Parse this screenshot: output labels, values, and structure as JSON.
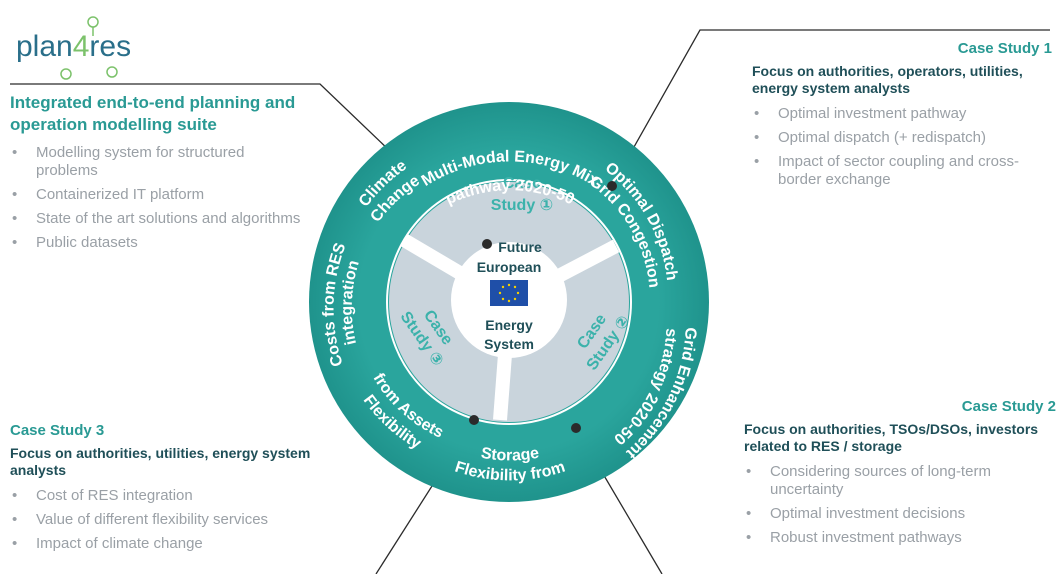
{
  "logo": {
    "text_left": "plan",
    "text_mid": "4",
    "text_right": "res"
  },
  "intro": {
    "title": "Integrated end-to-end planning and operation modelling suite",
    "bullets": [
      "Modelling system for structured problems",
      "Containerized IT platform",
      "State of the art solutions and algorithms",
      "Public datasets"
    ]
  },
  "case_study_1": {
    "title": "Case Study 1",
    "focus": "Focus on authorities, operators, utilities, energy system analysts",
    "bullets": [
      "Optimal investment pathway",
      "Optimal dispatch (+ redispatch)",
      "Impact of sector coupling and cross-border exchange"
    ]
  },
  "case_study_2": {
    "title": "Case Study 2",
    "focus": "Focus on authorities, TSOs/DSOs, investors related to RES / storage",
    "bullets": [
      "Considering sources of long-term uncertainty",
      "Optimal investment decisions",
      "Robust investment pathways"
    ]
  },
  "case_study_3": {
    "title": "Case Study 3",
    "focus": "Focus on authorities, utilities, energy system analysts",
    "bullets": [
      "Cost of RES integration",
      "Value of different flexibility services",
      "Impact of climate change"
    ]
  },
  "wheel": {
    "outer_segments": {
      "mix_line1": "Multi-Modal Energy Mix",
      "mix_line2": "pathway 2020-50",
      "dispatch_line1": "Optimal Dispatch",
      "dispatch_line2": "Grid Congestion",
      "grid_line1": "Grid Enhancement",
      "grid_line2": "strategy 2020-50",
      "storage_line1": "Flexibility from",
      "storage_line2": "Storage",
      "assets_line1": "Flexibility",
      "assets_line2": "from Assets",
      "res_line1": "Costs from RES",
      "res_line2": "integration",
      "climate_line1": "Climate",
      "climate_line2": "Change"
    },
    "inner": {
      "cs1_line1": "Case",
      "cs1_line2": "Study ①",
      "cs2_line1": "Case",
      "cs2_line2": "Study ②",
      "cs3_line1": "Case",
      "cs3_line2": "Study ③"
    },
    "center": {
      "line1": "Future",
      "line2": "European",
      "line3": "Energy",
      "line4": "System"
    }
  },
  "colors": {
    "teal": "#2a9a94",
    "teal_light": "#3cb2ab",
    "grey_disc": "#c9d4dc",
    "navy": "#1f4f58",
    "eu_blue": "#1f4fa8",
    "eu_star": "#f5d000"
  }
}
